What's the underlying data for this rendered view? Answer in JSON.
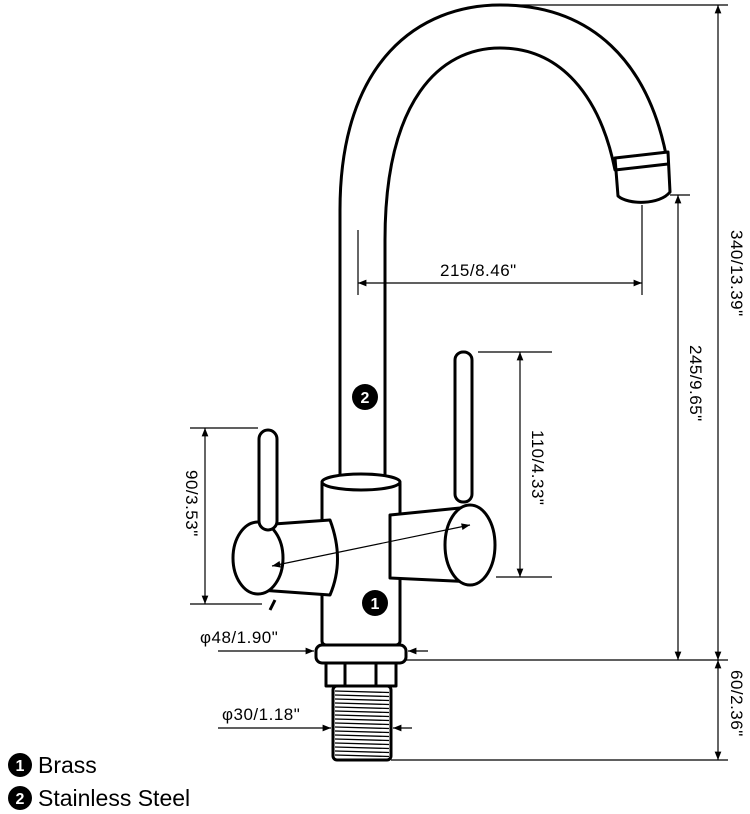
{
  "dimensions": {
    "total_height": "340/13.39\"",
    "spout_height": "245/9.65\"",
    "base_height": "60/2.36\"",
    "spout_reach": "215/8.46\"",
    "right_lever_height": "110/4.33\"",
    "left_lever_height": "90/3.53\"",
    "base_diameter": "φ48/1.90\"",
    "thread_diameter": "φ30/1.18\""
  },
  "callouts": [
    {
      "number": "1",
      "material": "Brass"
    },
    {
      "number": "2",
      "material": "Stainless Steel"
    }
  ]
}
